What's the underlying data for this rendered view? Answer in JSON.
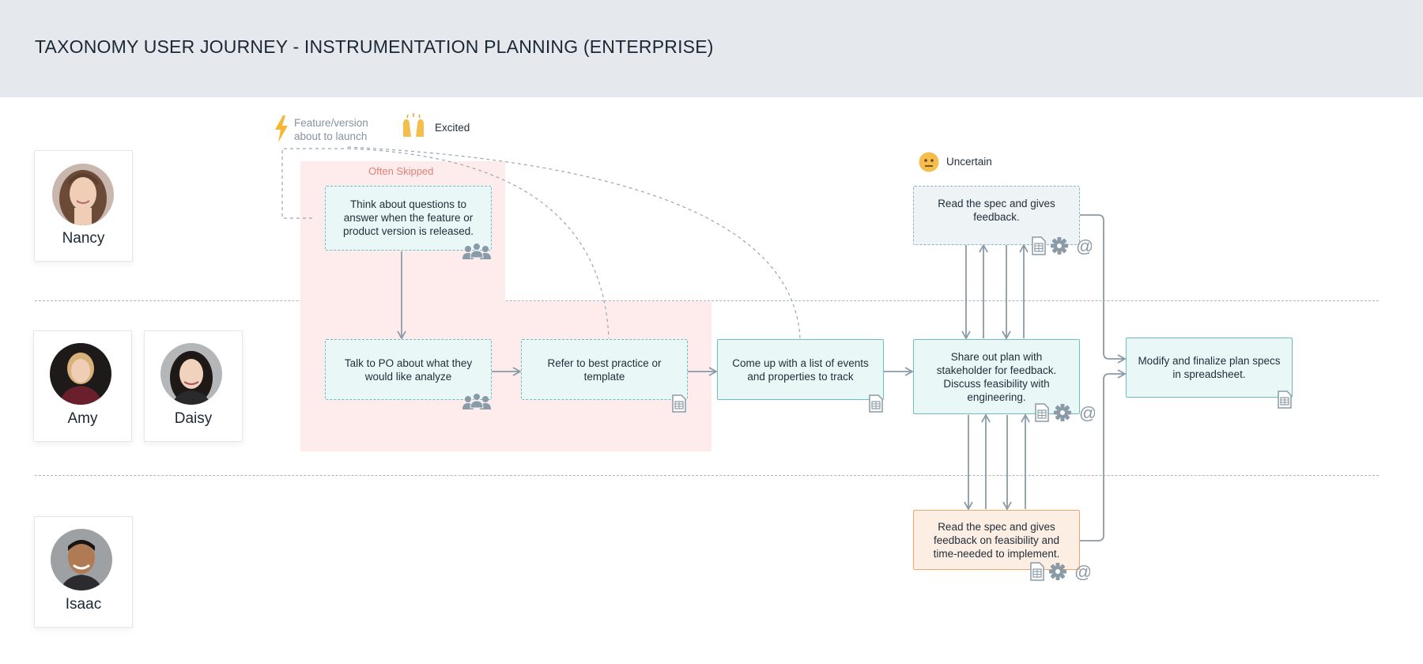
{
  "title": "TAXONOMY USER JOURNEY - INSTRUMENTATION PLANNING (ENTERPRISE)",
  "personas": [
    {
      "name": "Nancy"
    },
    {
      "name": "Amy"
    },
    {
      "name": "Daisy"
    },
    {
      "name": "Isaac"
    }
  ],
  "annotations": {
    "trigger_line1": "Feature/version",
    "trigger_line2": "about to launch",
    "excited": "Excited",
    "uncertain": "Uncertain",
    "often_skipped": "Often Skipped"
  },
  "steps": {
    "think": "Think about questions to answer when the feature or product version is released.",
    "talk_po": "Talk to PO about what they would like analyze",
    "best_practice": "Refer to best practice or template",
    "list_events": "Come up with a list of events and properties to track",
    "read_spec": "Read the spec and gives feedback.",
    "share_plan": "Share out plan with stakeholder for feedback. Discuss feasibility with engineering.",
    "modify_plan": "Modify and finalize plan specs in spreadsheet.",
    "feasibility": "Read the spec and gives feedback on feasibility and time-needed to implement."
  },
  "colors": {
    "header_bg": "#e5e9ed",
    "zone_bg": "#fdeceb",
    "zone_label": "#e37f78",
    "step_border": "#6fbcc0",
    "step_bg": "#eaf7f7",
    "engineer_border": "#f2a66a",
    "engineer_bg": "#fdeee3",
    "connector": "#8a9aa6",
    "icon": "#8a9aa6",
    "bolt": "#f5b731"
  },
  "icons": [
    "lightning-bolt-icon",
    "raised-hands-emoji-icon",
    "neutral-face-emoji-icon",
    "group-icon",
    "spreadsheet-icon",
    "gear-icon",
    "at-sign-icon"
  ]
}
